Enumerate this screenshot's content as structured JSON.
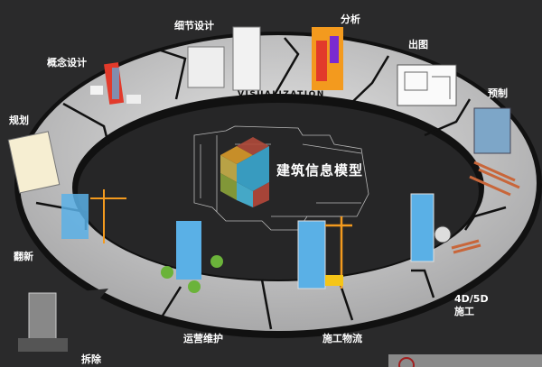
{
  "center": {
    "title": "建筑信息模型",
    "ring_caption": "VISUALIZATION"
  },
  "stages": {
    "detail_design": "细节设计",
    "analysis": "分析",
    "concept_design": "概念设计",
    "drawings": "出图",
    "prefab": "预制",
    "planning": "规划",
    "renovation": "翻新",
    "demolition": "拆除",
    "operation": "运营维护",
    "logistics": "施工物流",
    "construction_line1": "4D/5D",
    "construction_line2": "施工"
  },
  "colors": {
    "background": "#2a2a2b",
    "ring": "#c9c9ca",
    "ring_edge": "#111111",
    "accent_red": "#e23a2b",
    "accent_blue": "#5ab0e6",
    "accent_orange": "#f39a1e"
  }
}
